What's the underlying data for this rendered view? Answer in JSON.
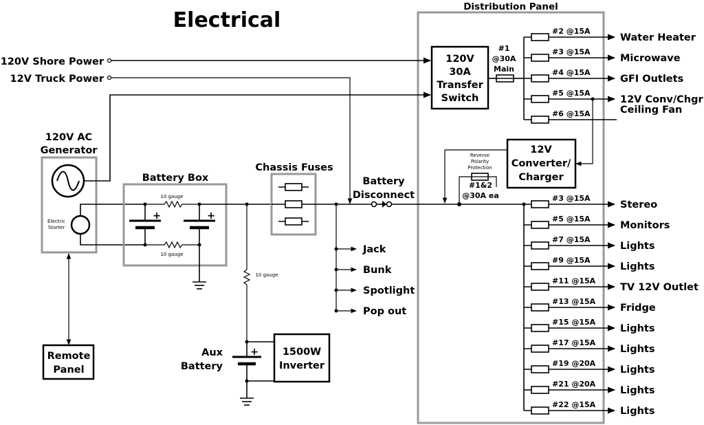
{
  "title": "Electrical",
  "distribution_panel": {
    "label": "Distribution Panel",
    "transfer_switch": [
      "120V",
      "30A",
      "Transfer",
      "Switch"
    ],
    "main_fuse": [
      "#1",
      "@30A",
      "Main"
    ],
    "converter": [
      "12V",
      "Converter/",
      "Charger"
    ],
    "reverse_polarity": [
      "Reverse",
      "Polarity",
      "Protection"
    ],
    "rp_fuse": [
      "#1&2",
      "@30A ea"
    ],
    "ac_circuits": [
      {
        "fuse": "#2 @15A",
        "load": "Water Heater"
      },
      {
        "fuse": "#3 @15A",
        "load": "Microwave"
      },
      {
        "fuse": "#4 @15A",
        "load": "GFI Outlets"
      },
      {
        "fuse": "#5 @15A",
        "load": "12V Conv/Chgr"
      },
      {
        "fuse": "#6 @15A",
        "load": "Ceiling Fan"
      }
    ],
    "dc_circuits": [
      {
        "fuse": "#3 @15A",
        "load": "Stereo"
      },
      {
        "fuse": "#5 @15A",
        "load": "Monitors"
      },
      {
        "fuse": "#7 @15A",
        "load": "Lights"
      },
      {
        "fuse": "#9 @15A",
        "load": "Lights"
      },
      {
        "fuse": "#11 @15A",
        "load": "TV 12V Outlet"
      },
      {
        "fuse": "#13 @15A",
        "load": "Fridge"
      },
      {
        "fuse": "#15 @15A",
        "load": "Lights"
      },
      {
        "fuse": "#17 @15A",
        "load": "Lights"
      },
      {
        "fuse": "#19 @20A",
        "load": "Lights"
      },
      {
        "fuse": "#21 @20A",
        "load": "Lights"
      },
      {
        "fuse": "#22 @15A",
        "load": "Lights"
      }
    ]
  },
  "inputs": {
    "shore": "120V Shore Power",
    "truck": "12V Truck Power"
  },
  "generator": {
    "label": [
      "120V AC",
      "Generator"
    ],
    "starter": [
      "Electric",
      "Starter"
    ]
  },
  "remote_panel": [
    "Remote",
    "Panel"
  ],
  "battery_box": {
    "label": "Battery Box",
    "gauge_top": "10 gauge",
    "gauge_bottom": "10 gauge"
  },
  "chassis_fuses": "Chassis Fuses",
  "battery_disconnect": [
    "Battery",
    "Disconnect"
  ],
  "chassis_loads": [
    "Jack",
    "Bunk",
    "Spotlight",
    "Pop out"
  ],
  "aux": {
    "gauge": "10 gauge",
    "battery": [
      "Aux",
      "Battery"
    ],
    "inverter": [
      "1500W",
      "Inverter"
    ]
  }
}
